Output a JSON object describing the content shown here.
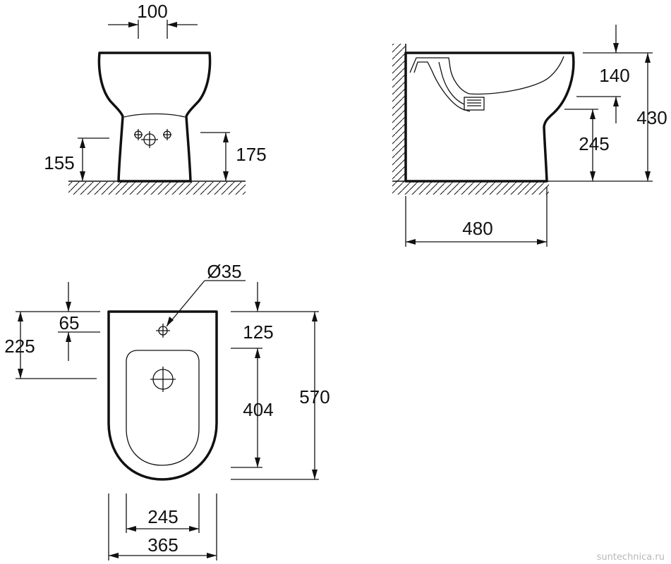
{
  "drawing": {
    "front_view": {
      "dims": {
        "hole_spacing": "100",
        "left_height": "155",
        "right_height": "175"
      }
    },
    "side_view": {
      "dims": {
        "top_offset": "140",
        "total_height": "430",
        "outlet_height": "245",
        "depth": "480"
      }
    },
    "top_view": {
      "dims": {
        "tap_hole_diameter": "Ø35",
        "tap_hole_offset": "65",
        "drain_offset": "225",
        "bowl_start": "125",
        "bowl_length": "404",
        "total_length": "570",
        "bowl_width": "245",
        "total_width": "365"
      }
    },
    "watermark": "suntechnica.ru"
  }
}
